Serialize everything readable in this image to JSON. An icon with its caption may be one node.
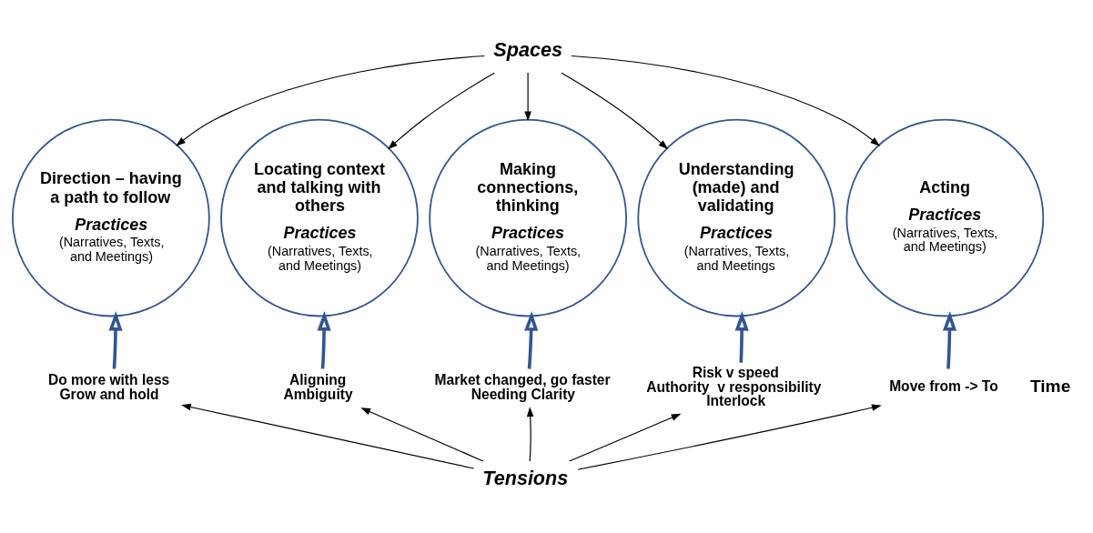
{
  "diagram": {
    "nodes": [
      {
        "text": [
          "Spaces"
        ]
      },
      {
        "text": [
          "Direction – having a path to follow",
          "Practices",
          "(Narratives, Texts, and Meetings)"
        ]
      },
      {
        "text": [
          "Locating context and talking with others",
          "Practices",
          "(Narratives, Texts, and Meetings)"
        ]
      },
      {
        "text": [
          "Making connections, thinking",
          "Practices",
          "(Narratives, Texts, and Meetings)"
        ]
      },
      {
        "text": [
          "Understanding (made) and validating",
          "Practices",
          "(Narratives, Texts, and Meetings"
        ]
      },
      {
        "text": [
          "Acting",
          "Practices",
          "(Narratives, Texts, and Meetings)"
        ]
      },
      {
        "text": [
          "Do more with less",
          "Grow and hold"
        ]
      },
      {
        "text": [
          "Aligning",
          "Ambiguity"
        ]
      },
      {
        "text": [
          "Market changed, go faster",
          "Needing Clarity"
        ]
      },
      {
        "text": [
          "Risk v speed",
          "Authority  v responsibility",
          "Interlock"
        ]
      },
      {
        "text": [
          "Move from -> To"
        ]
      },
      {
        "text": [
          "Tensions"
        ]
      }
    ],
    "edges": [
      {
        "from": 0,
        "to": 1,
        "arrow": "to"
      },
      {
        "from": 0,
        "to": 2,
        "arrow": "to"
      },
      {
        "from": 0,
        "to": 3,
        "arrow": "to"
      },
      {
        "from": 0,
        "to": 4,
        "arrow": "to"
      },
      {
        "from": 0,
        "to": 5,
        "arrow": "to"
      },
      {
        "from": 6,
        "to": 1,
        "arrow": "to",
        "style": "thick",
        "color": "#2f5597"
      },
      {
        "from": 7,
        "to": 2,
        "arrow": "to",
        "style": "thick",
        "color": "#2f5597"
      },
      {
        "from": 8,
        "to": 3,
        "arrow": "to",
        "style": "thick",
        "color": "#2f5597"
      },
      {
        "from": 9,
        "to": 4,
        "arrow": "to",
        "style": "thick",
        "color": "#2f5597"
      },
      {
        "from": 10,
        "to": 5,
        "arrow": "to",
        "style": "thick",
        "color": "#2f5597"
      },
      {
        "from": 11,
        "to": 6,
        "arrow": "to"
      },
      {
        "from": 11,
        "to": 7,
        "arrow": "to"
      },
      {
        "from": 11,
        "to": 8,
        "arrow": "to"
      },
      {
        "from": 11,
        "to": 9,
        "arrow": "to"
      },
      {
        "from": 11,
        "to": 10,
        "arrow": "to"
      }
    ],
    "labels": [
      "Time"
    ]
  }
}
